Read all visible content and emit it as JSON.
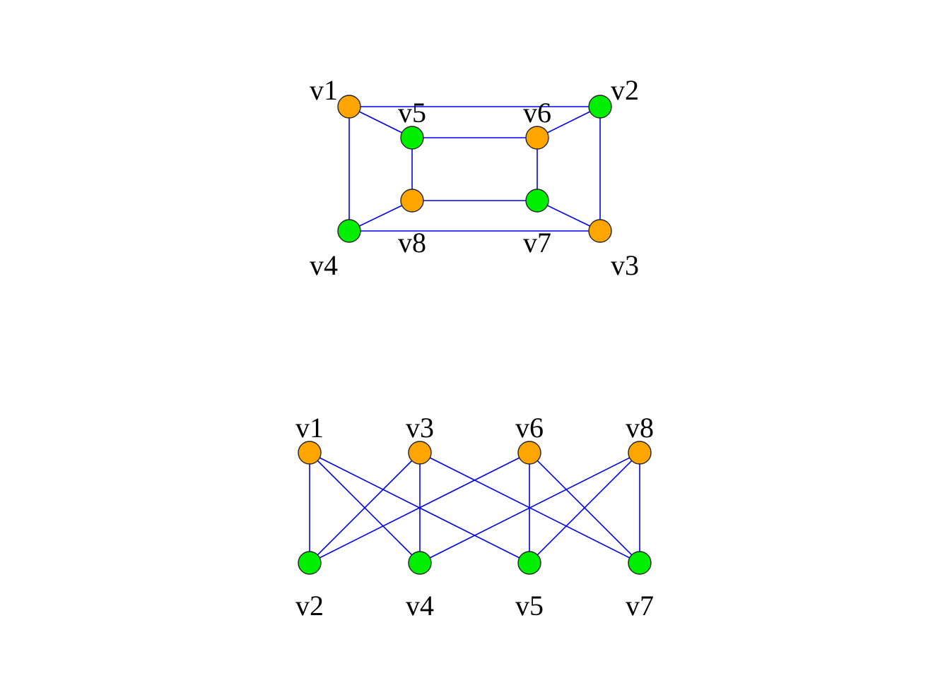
{
  "colors": {
    "edge": "#0000ee",
    "group_a": "#ffa500",
    "group_b": "#00ee00",
    "node_border": "#222222"
  },
  "graphs": [
    {
      "id": "cube-graph",
      "nodes": [
        {
          "id": "v1",
          "label": "v1",
          "group": "a"
        },
        {
          "id": "v2",
          "label": "v2",
          "group": "b"
        },
        {
          "id": "v3",
          "label": "v3",
          "group": "a"
        },
        {
          "id": "v4",
          "label": "v4",
          "group": "b"
        },
        {
          "id": "v5",
          "label": "v5",
          "group": "b"
        },
        {
          "id": "v6",
          "label": "v6",
          "group": "a"
        },
        {
          "id": "v7",
          "label": "v7",
          "group": "b"
        },
        {
          "id": "v8",
          "label": "v8",
          "group": "a"
        }
      ],
      "edges": [
        [
          "v1",
          "v2"
        ],
        [
          "v2",
          "v3"
        ],
        [
          "v3",
          "v4"
        ],
        [
          "v4",
          "v1"
        ],
        [
          "v5",
          "v6"
        ],
        [
          "v6",
          "v7"
        ],
        [
          "v7",
          "v8"
        ],
        [
          "v8",
          "v5"
        ],
        [
          "v1",
          "v5"
        ],
        [
          "v2",
          "v6"
        ],
        [
          "v3",
          "v7"
        ],
        [
          "v4",
          "v8"
        ]
      ]
    },
    {
      "id": "bipartite-graph",
      "nodes": [
        {
          "id": "v1",
          "label": "v1",
          "group": "a"
        },
        {
          "id": "v3",
          "label": "v3",
          "group": "a"
        },
        {
          "id": "v6",
          "label": "v6",
          "group": "a"
        },
        {
          "id": "v8",
          "label": "v8",
          "group": "a"
        },
        {
          "id": "v2",
          "label": "v2",
          "group": "b"
        },
        {
          "id": "v4",
          "label": "v4",
          "group": "b"
        },
        {
          "id": "v5",
          "label": "v5",
          "group": "b"
        },
        {
          "id": "v7",
          "label": "v7",
          "group": "b"
        }
      ],
      "edges": [
        [
          "v1",
          "v2"
        ],
        [
          "v1",
          "v4"
        ],
        [
          "v1",
          "v5"
        ],
        [
          "v3",
          "v2"
        ],
        [
          "v3",
          "v4"
        ],
        [
          "v3",
          "v7"
        ],
        [
          "v6",
          "v2"
        ],
        [
          "v6",
          "v5"
        ],
        [
          "v6",
          "v7"
        ],
        [
          "v8",
          "v4"
        ],
        [
          "v8",
          "v5"
        ],
        [
          "v8",
          "v7"
        ]
      ]
    }
  ]
}
